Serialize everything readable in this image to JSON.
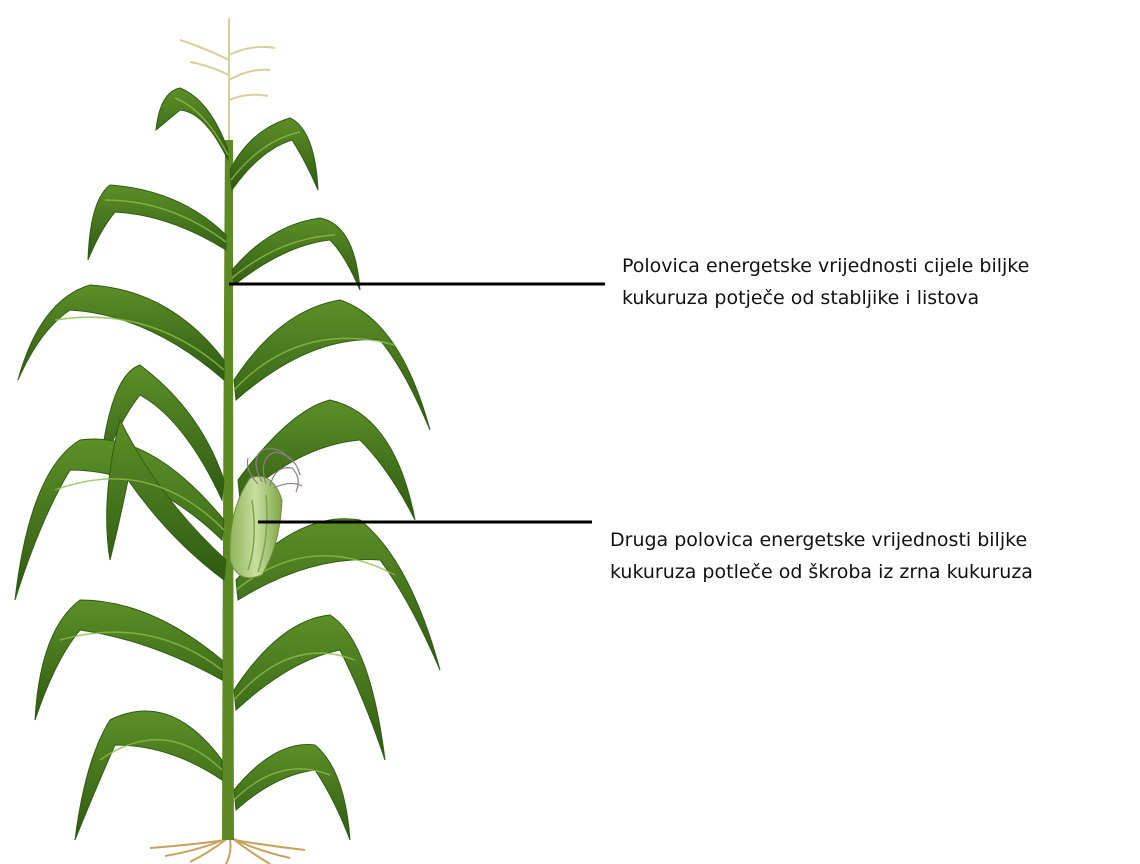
{
  "callouts": [
    {
      "line1": "Polovica energetske vrijednosti cijele biljke",
      "line2": "kukuruza potječe od stabljike i listova"
    },
    {
      "line1": "Druga polovica energetske vrijednosti biljke",
      "line2": "kukuruza potleče od škroba iz zrna kukuruza"
    }
  ],
  "colors": {
    "leaf_dark": "#2f5d13",
    "leaf": "#4b7e1f",
    "leaf_light": "#7fa83a",
    "stalk": "#5e8a24",
    "tassel": "#d8cf9a",
    "silk": "#8a7f86",
    "ear_husk": "#a9c774",
    "roots": "#c9a15c",
    "leader_line": "#000000"
  },
  "icons": [
    "corn-plant-illustration"
  ]
}
